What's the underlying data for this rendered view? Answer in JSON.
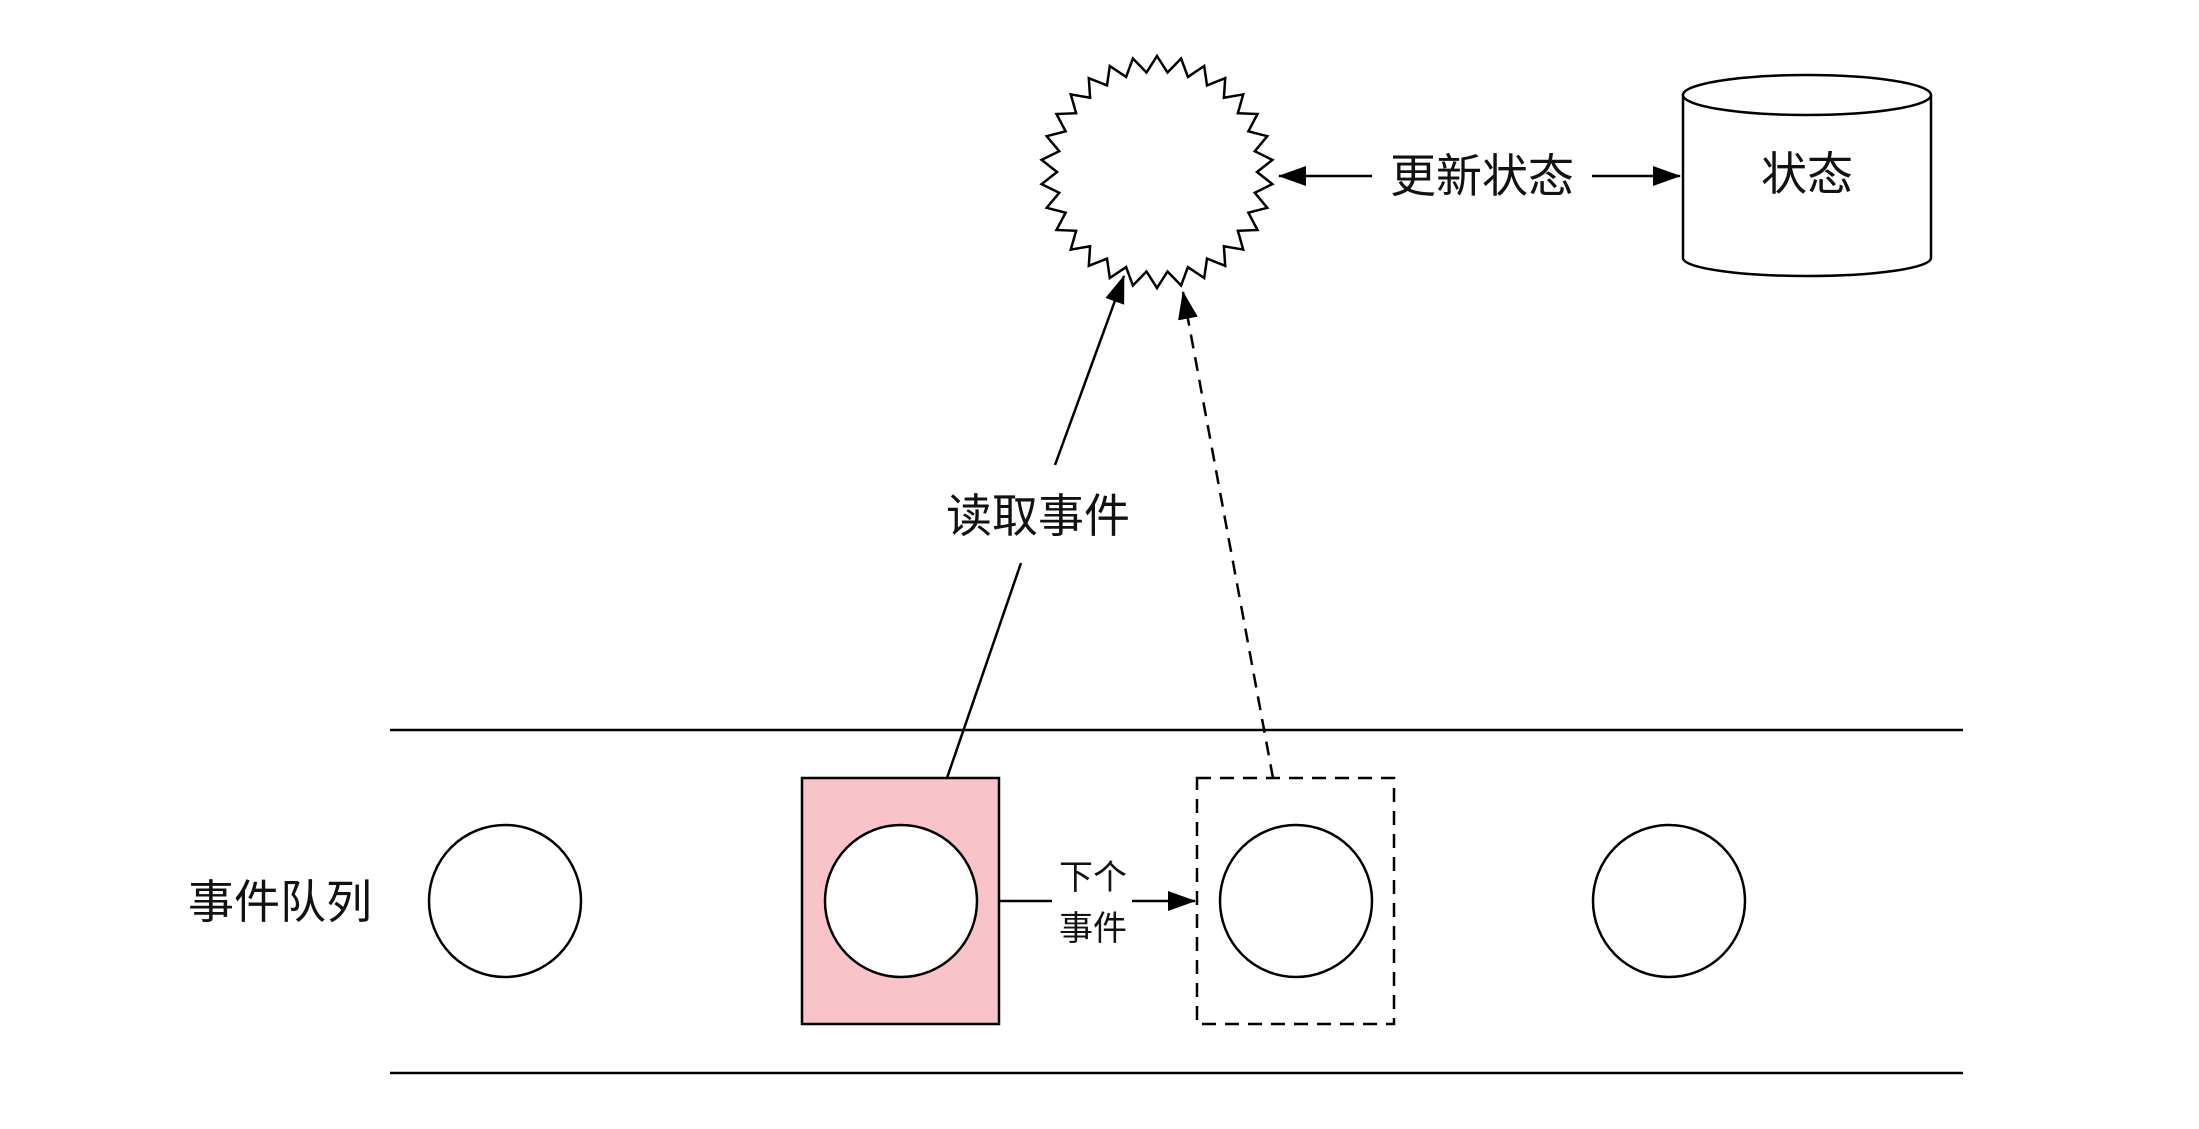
{
  "labels": {
    "update_state": "更新状态",
    "state_store": "状态",
    "read_event": "读取事件",
    "event_queue": "事件队列",
    "next_event_line1": "下个",
    "next_event_line2": "事件"
  },
  "colors": {
    "stroke": "#000000",
    "current_event_fill": "#f8c3c9",
    "background": "#ffffff"
  },
  "queue": {
    "events": [
      {
        "state": "pending"
      },
      {
        "state": "current"
      },
      {
        "state": "next"
      },
      {
        "state": "pending"
      }
    ]
  }
}
